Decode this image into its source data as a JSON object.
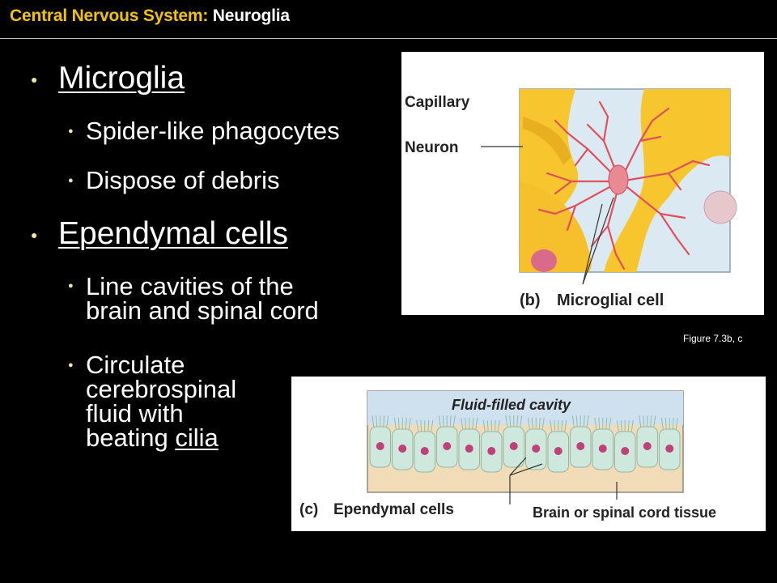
{
  "header": {
    "title_part1": "Central Nervous System:",
    "title_part2": "Neuroglia"
  },
  "bullets": {
    "microglia": "Microglia",
    "spider": "Spider-like phagocytes",
    "debris": "Dispose of debris",
    "ependymal": "Ependymal cells",
    "line_cavities_1": "Line cavities of the",
    "line_cavities_2": "brain and spinal cord",
    "circulate_1": "Circulate",
    "circulate_2": "cerebrospinal",
    "circulate_3": "fluid with",
    "circulate_4a": "beating ",
    "circulate_4b": "cilia"
  },
  "figure_b": {
    "capillary": "Capillary",
    "neuron": "Neuron",
    "panel_letter": "(b)",
    "label": "Microglial cell"
  },
  "figure_c": {
    "cavity": "Fluid-filled cavity",
    "panel_letter": "(c)",
    "label": "Ependymal cells",
    "tissue": "Brain or spinal cord tissue"
  },
  "caption": "Figure 7.3b, c",
  "icons": {
    "bullet": "circle-bullet-icon"
  },
  "colors": {
    "title_yellow": "#f2c300",
    "background": "#000000",
    "capillary_yellow": "#f7c62f",
    "microglia_red": "#e0505a"
  }
}
